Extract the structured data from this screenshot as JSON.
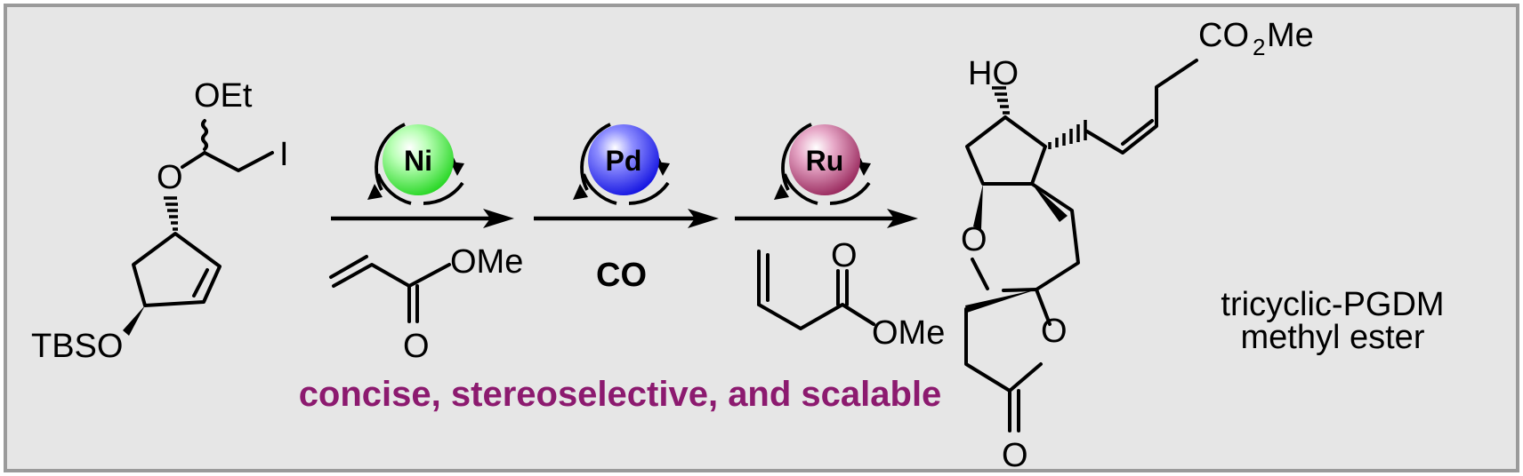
{
  "colors": {
    "panel_fill": "#e6e6e6",
    "panel_border": "#9a9a9a",
    "tagline": "#8c1a6f",
    "ni": "#2be028",
    "pd": "#1717e8",
    "ru": "#9c2a63"
  },
  "start_material": {
    "label_oet": "OEt",
    "label_i": "I",
    "label_o": "O",
    "label_tbso": "TBSO"
  },
  "steps": [
    {
      "metal": "Ni",
      "reagent_text": "OMe",
      "reagent_o": "O"
    },
    {
      "metal": "Pd",
      "reagent_text": "CO"
    },
    {
      "metal": "Ru",
      "reagent_text": "OMe",
      "reagent_o": "O"
    }
  ],
  "product": {
    "label_ho": "HO",
    "label_co2": "CO",
    "label_sub2": "2",
    "label_me": "Me",
    "label_o_ring": "O",
    "label_o_lactone": "O",
    "label_o_carbonyl": "O",
    "name_line1": "tricyclic-PGDM",
    "name_line2": "methyl ester"
  },
  "tagline": "concise, stereoselective, and scalable"
}
